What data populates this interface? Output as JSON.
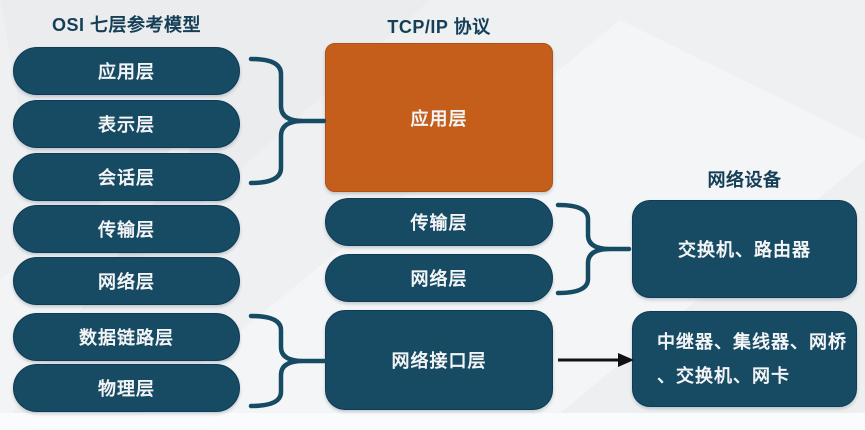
{
  "colors": {
    "navy_box": "#174a63",
    "orange_box": "#c55d1b",
    "header_text": "#153f57",
    "box_text": "#f2f4f5",
    "arrow": "#111111",
    "background": "#eff0f2"
  },
  "osi": {
    "title": "OSI 七层参考模型",
    "layers": [
      "应用层",
      "表示层",
      "会话层",
      "传输层",
      "网络层",
      "数据链路层",
      "物理层"
    ]
  },
  "tcpip": {
    "title": "TCP/IP 协议",
    "layers": [
      "应用层",
      "传输层",
      "网络层",
      "网络接口层"
    ]
  },
  "devices": {
    "title": "网络设备",
    "boxes": [
      {
        "label": "交换机、路由器"
      },
      {
        "line1": "中继器、集线器、网桥",
        "line2": "、交换机、网卡"
      }
    ]
  }
}
